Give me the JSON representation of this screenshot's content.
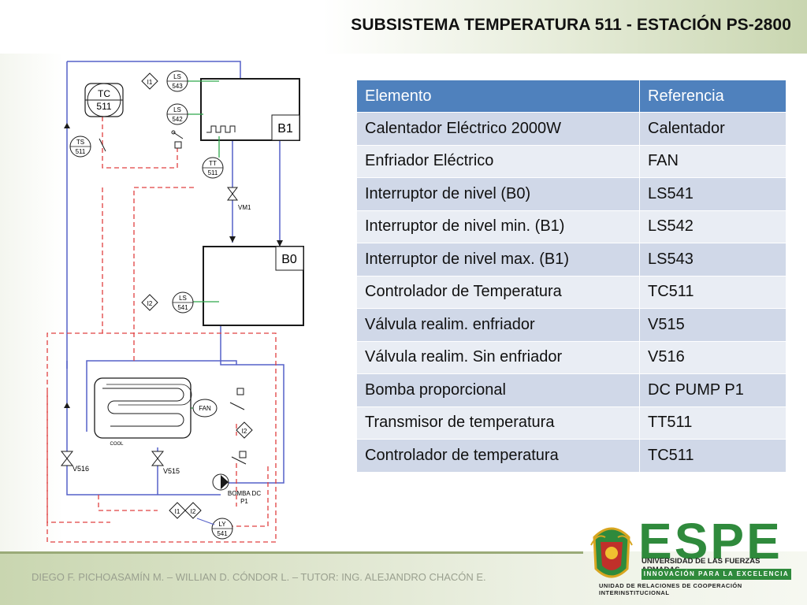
{
  "title": "SUBSISTEMA TEMPERATURA 511 - ESTACIÓN PS-2800",
  "footer": "DIEGO F. PICHOASAMÍN M. – WILLIAN D. CÓNDOR L. – TUTOR: ING. ALEJANDRO CHACÓN E.",
  "table": {
    "headers": [
      "Elemento",
      "Referencia"
    ],
    "rows": [
      [
        "Calentador Eléctrico 2000W",
        "Calentador"
      ],
      [
        "Enfriador Eléctrico",
        "FAN"
      ],
      [
        "Interruptor de nivel (B0)",
        "LS541"
      ],
      [
        "Interruptor de nivel min. (B1)",
        "LS542"
      ],
      [
        "Interruptor de nivel max. (B1)",
        "LS543"
      ],
      [
        "Controlador de Temperatura",
        "TC511"
      ],
      [
        "Válvula realim. enfriador",
        "V515"
      ],
      [
        "Válvula realim. Sin enfriador",
        "V516"
      ],
      [
        "Bomba proporcional",
        "DC PUMP P1"
      ],
      [
        "Transmisor de temperatura",
        "TT511"
      ],
      [
        "Controlador de temperatura",
        "TC511"
      ]
    ]
  },
  "diagram": {
    "tc_top": "TC",
    "tc_bottom": "511",
    "i1": "I1",
    "i2": "I2",
    "ls543_a": "LS",
    "ls543_b": "543",
    "ls542_a": "LS",
    "ls542_b": "542",
    "ls541_a": "LS",
    "ls541_b": "541",
    "ts_a": "TS",
    "ts_b": "511",
    "tt_a": "TT",
    "tt_b": "511",
    "b1": "B1",
    "b0": "B0",
    "vm1": "VM1",
    "fan": "FAN",
    "cool": "COOL",
    "v516": "V516",
    "v515": "V515",
    "pump_a": "BOMBA DC",
    "pump_b": "P1",
    "ly_a": "LY",
    "ly_b": "541"
  },
  "logo": {
    "name": "ESPE",
    "university": "UNIVERSIDAD DE LAS FUERZAS ARMADAS",
    "motto": "INNOVACIÓN PARA LA EXCELENCIA",
    "unit": "UNIDAD DE RELACIONES DE COOPERACIÓN INTERINSTITUCIONAL"
  },
  "colors": {
    "header_blue": "#4f81bd",
    "row_dark": "#d0d8e8",
    "row_light": "#e9edf4",
    "espe_green": "#2f8a3c",
    "pipe_blue": "#5560c8",
    "signal_red": "#e04040"
  }
}
